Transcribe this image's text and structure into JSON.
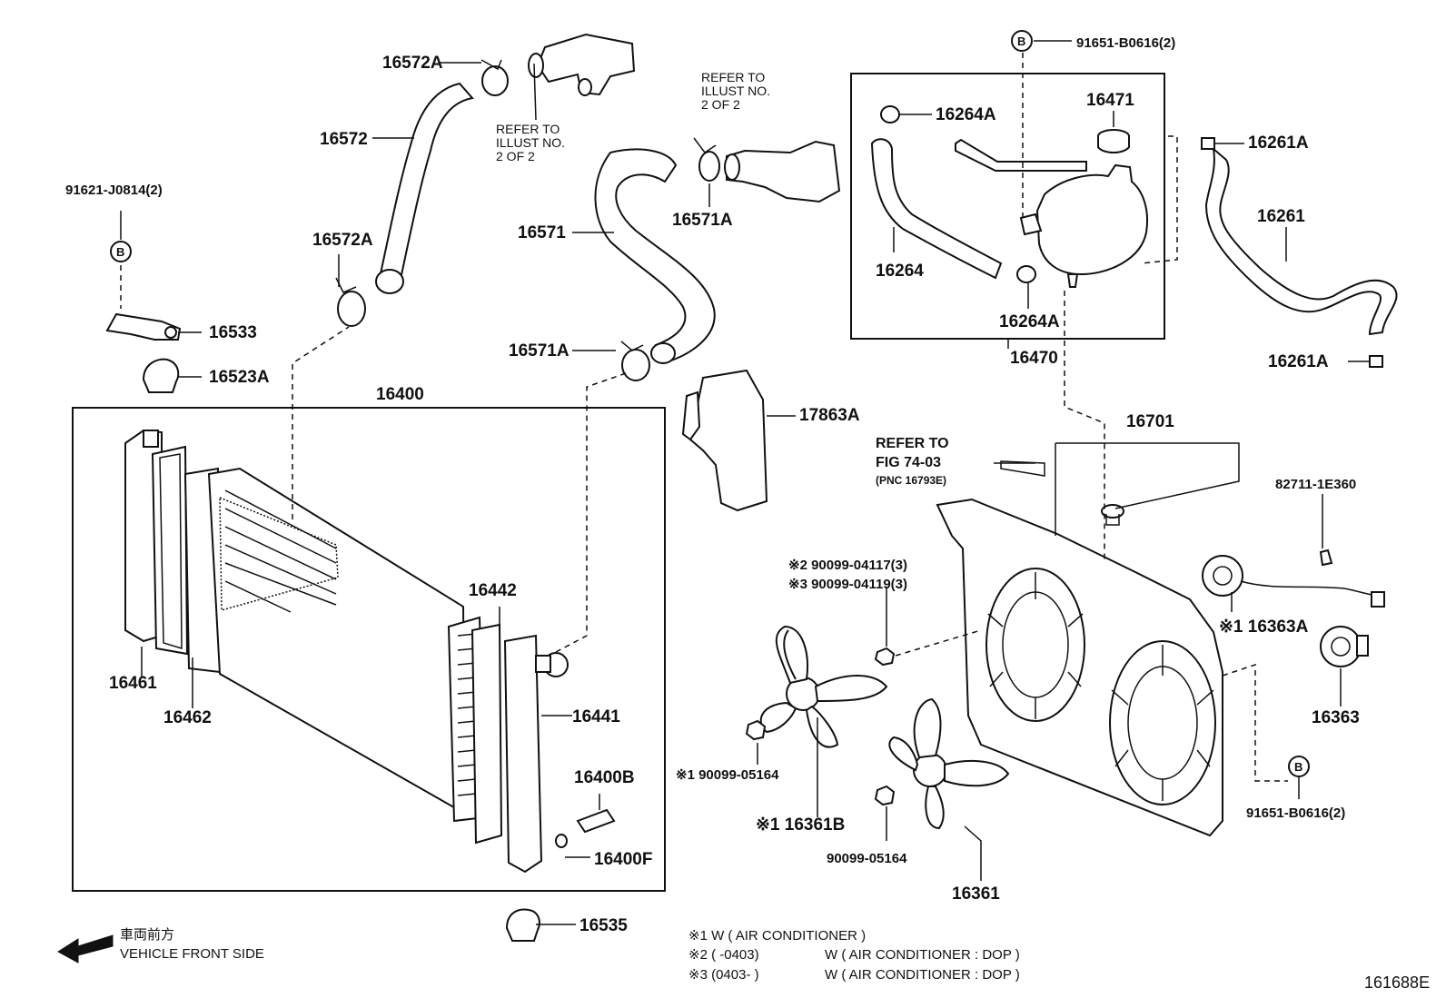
{
  "labels": {
    "p16572A_top": "16572A",
    "p16572": "16572",
    "p16572A_low": "16572A",
    "p91621": "91621-J0814(2)",
    "b_left": "B",
    "p16533": "16533",
    "p16523A": "16523A",
    "refer1_l1": "REFER TO",
    "refer1_l2": "ILLUST NO.",
    "refer1_l3": "2 OF 2",
    "refer2_l1": "REFER TO",
    "refer2_l2": "ILLUST NO.",
    "refer2_l3": "2 OF 2",
    "p16571": "16571",
    "p16571A_mid": "16571A",
    "p16571A_low": "16571A",
    "b_top": "B",
    "p91651_top": "91651-B0616(2)",
    "p16264A_top": "16264A",
    "p16471": "16471",
    "p16261A_top": "16261A",
    "p16261": "16261",
    "p16264": "16264",
    "p16264A_low": "16264A",
    "p16470": "16470",
    "p16261A_low": "16261A",
    "p16400": "16400",
    "p17863A": "17863A",
    "p16701": "16701",
    "fig_l1": "REFER TO",
    "fig_l2": "FIG 74-03",
    "fig_l3": "(PNC 16793E)",
    "p82711": "82711-1E360",
    "p16442": "16442",
    "p16461": "16461",
    "p16462": "16462",
    "p16441": "16441",
    "p16400B": "16400B",
    "p16400F": "16400F",
    "p16535": "16535",
    "s2_bolt": "※2 90099-04117(3)",
    "s3_bolt": "※3 90099-04119(3)",
    "p16363A": "※1 16363A",
    "p16363": "16363",
    "b_right": "B",
    "p91651_right": "91651-B0616(2)",
    "p90099_left": "※1 90099-05164",
    "p16361B": "※1 16361B",
    "p90099_mid": "90099-05164",
    "p16361": "16361",
    "front_jp": "車両前方",
    "front_en": "VEHICLE FRONT SIDE",
    "note1": "※1  W ( AIR CONDITIONER )",
    "note2a": "※2 (     -0403)",
    "note2b": "W ( AIR CONDITIONER : DOP )",
    "note3a": "※3 (0403-     )",
    "note3b": "W ( AIR CONDITIONER : DOP )",
    "figure_id": "161688E"
  },
  "icons": [
    "front-arrow-icon",
    "bolt-b-icon"
  ]
}
